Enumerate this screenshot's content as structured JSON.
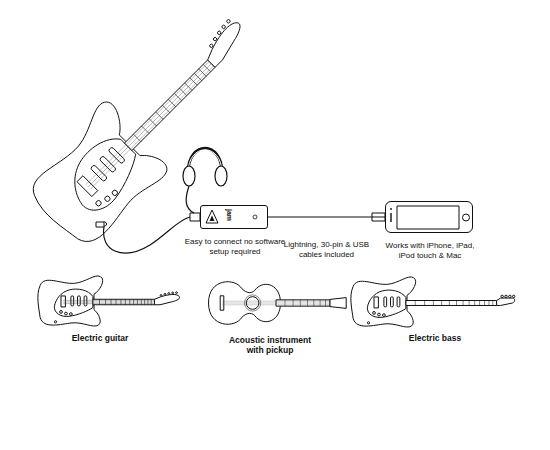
{
  "diagram": {
    "nodes": [
      {
        "text": [
          "jam",
          "Easy to connect no software setup required"
        ]
      },
      {
        "text": [
          "Works with iPhone, iPad, iPod touch & Mac"
        ]
      }
    ],
    "edges": [
      {
        "from": 0,
        "to": 1,
        "arrow": "none",
        "label": "Lightning, 30-pin & USB cables included"
      }
    ],
    "labels": [
      "Electric guitar",
      "Acoustic instrument with pickup",
      "Electric bass"
    ]
  }
}
